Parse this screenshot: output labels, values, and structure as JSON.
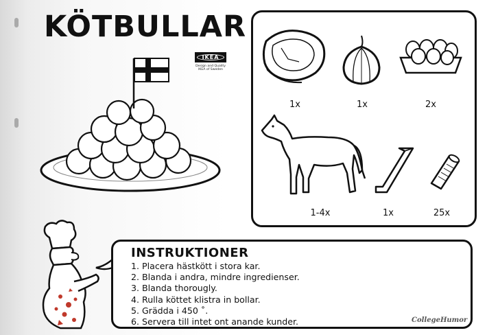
{
  "title": "KÖTBULLAR",
  "brand": {
    "wordmark": "IKEA",
    "tagline_line1": "Design and Quality",
    "tagline_line2": "IKEA of Sweden"
  },
  "ingredients": [
    {
      "icon": "steak-icon",
      "qty": "1x"
    },
    {
      "icon": "onion-icon",
      "qty": "1x"
    },
    {
      "icon": "egg-carton-icon",
      "qty": "2x"
    },
    {
      "icon": "horse-icon",
      "qty": "1-4x"
    },
    {
      "icon": "allen-key-icon",
      "qty": "1x"
    },
    {
      "icon": "wooden-dowel-icon",
      "qty": "25x"
    }
  ],
  "instructions": {
    "heading": "INSTRUKTIONER",
    "steps": [
      "1. Placera hästkött i stora kar.",
      "2. Blanda i andra, mindre ingredienser.",
      "3. Blanda thorougly.",
      "4. Rulla köttet klistra in bollar.",
      "5. Grädda i 450 ˚.",
      "6. Servera till intet ont anande kunder."
    ]
  },
  "credit": "CollegeHumor",
  "colors": {
    "ink": "#111111",
    "blood": "#c0392b",
    "flag_blue": "#ffffff"
  }
}
